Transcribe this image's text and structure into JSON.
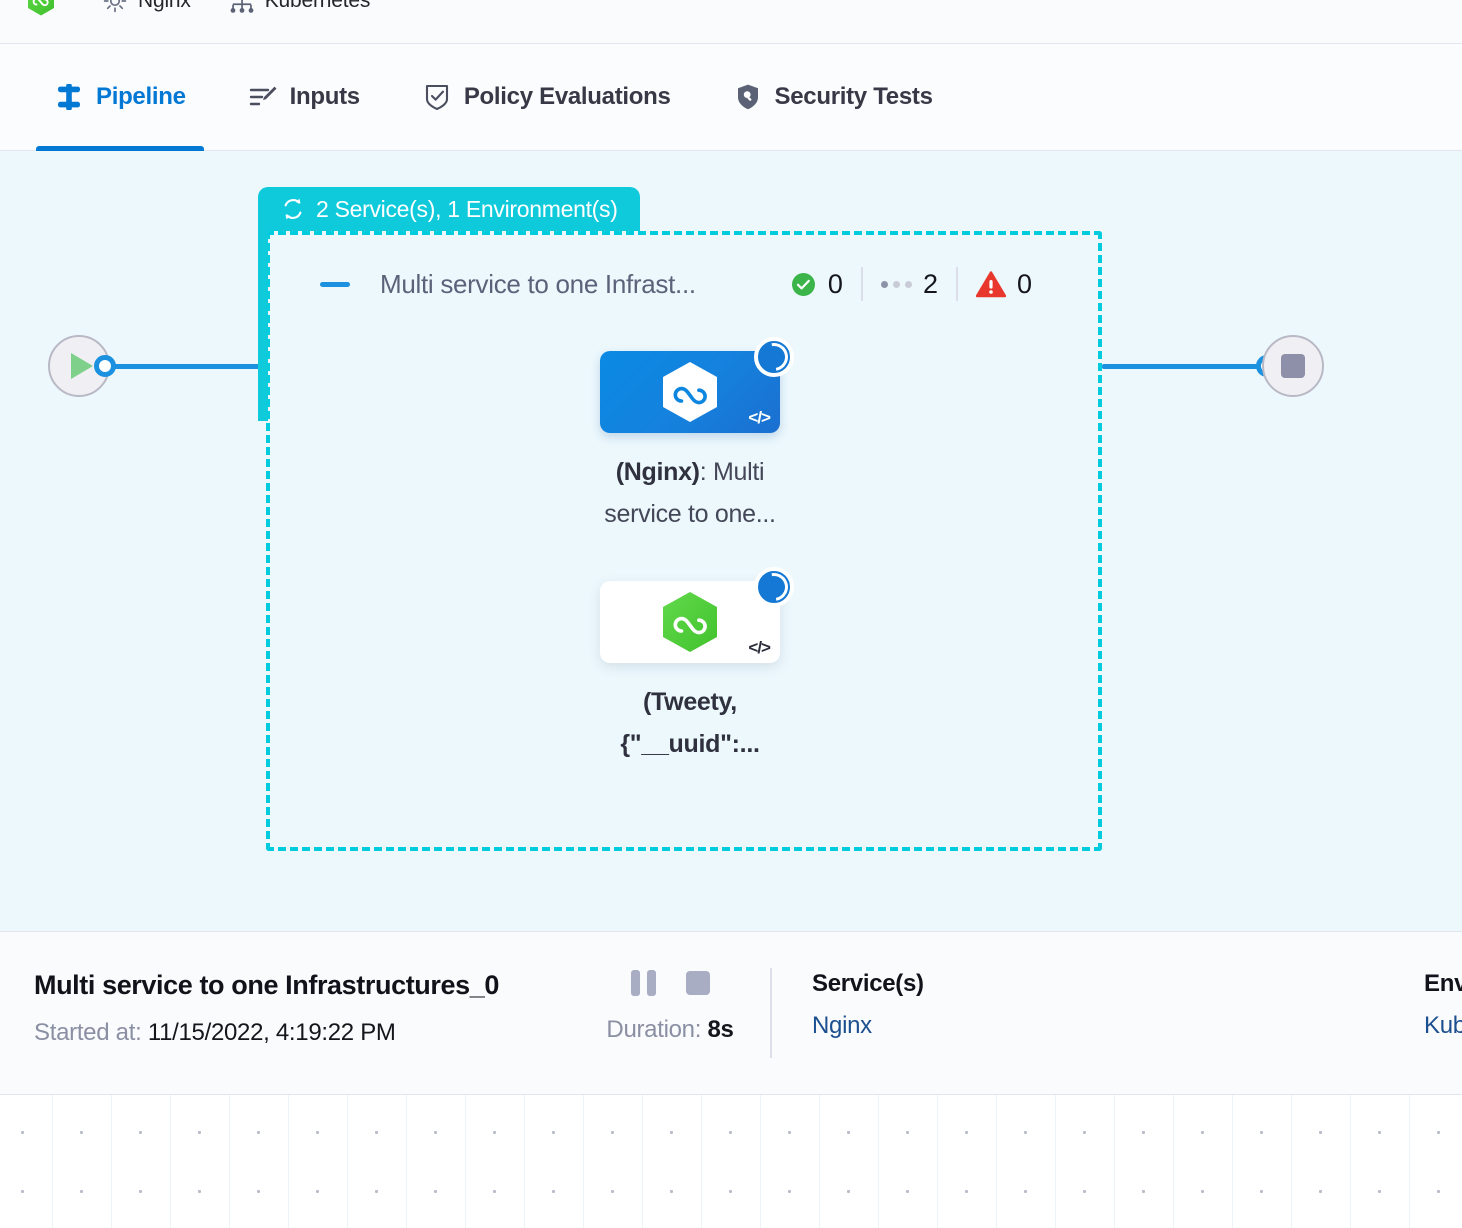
{
  "breadcrumb": {
    "items": [
      {
        "icon": "harness-hexagon-icon",
        "label": ""
      },
      {
        "icon": "gear-icon",
        "label": "Nginx"
      },
      {
        "icon": "infrastructure-icon",
        "label": "Kubernetes"
      }
    ]
  },
  "tabs": [
    {
      "id": "pipeline",
      "label": "Pipeline",
      "icon": "pipeline-icon",
      "active": true
    },
    {
      "id": "inputs",
      "label": "Inputs",
      "icon": "inputs-icon",
      "active": false
    },
    {
      "id": "policy-evaluations",
      "label": "Policy Evaluations",
      "icon": "shield-check-icon",
      "active": false
    },
    {
      "id": "security-tests",
      "label": "Security Tests",
      "icon": "shield-scan-icon",
      "active": false
    }
  ],
  "canvas": {
    "group": {
      "badge_label": "2 Service(s), 1 Environment(s)",
      "badge_icon": "loop-repeat-icon",
      "badge_color": "#0FCADB",
      "title": "Multi service to one Infrast...",
      "counts": {
        "success_icon": "check-circle-icon",
        "success": "0",
        "running_icon": "three-dots-icon",
        "running": "2",
        "failed_icon": "warning-triangle-icon",
        "failed": "0"
      }
    },
    "nodes": [
      {
        "id": "node-nginx",
        "icon": "harness-hexagon-icon",
        "icon_color": "#FFFFFF",
        "card_style": "blue",
        "status_icon": "spinner-icon",
        "code_icon": "code-brackets-icon",
        "label_bold": "(Nginx)",
        "label_rest": ": Multi service to one..."
      },
      {
        "id": "node-tweety",
        "icon": "harness-hexagon-icon",
        "icon_color": "#53C41A",
        "card_style": "white",
        "status_icon": "spinner-icon",
        "code_icon": "code-brackets-icon",
        "label_bold": "(Tweety, {\"__uuid\":...",
        "label_rest": ""
      }
    ],
    "start_node": {
      "icon": "play-icon",
      "name": "pipeline-start"
    },
    "end_node": {
      "icon": "stop-icon",
      "name": "pipeline-end"
    }
  },
  "detail": {
    "title": "Multi service to one Infrastructures_0",
    "started_label": "Started at:",
    "started_value": "11/15/2022, 4:19:22 PM",
    "pause_icon": "pause-icon",
    "stop_icon": "stop-icon",
    "duration_label": "Duration:",
    "duration_value": "8s",
    "columns": [
      {
        "heading": "Service(s)",
        "value": "Nginx"
      },
      {
        "heading": "Envi",
        "value": "Kub"
      }
    ]
  }
}
